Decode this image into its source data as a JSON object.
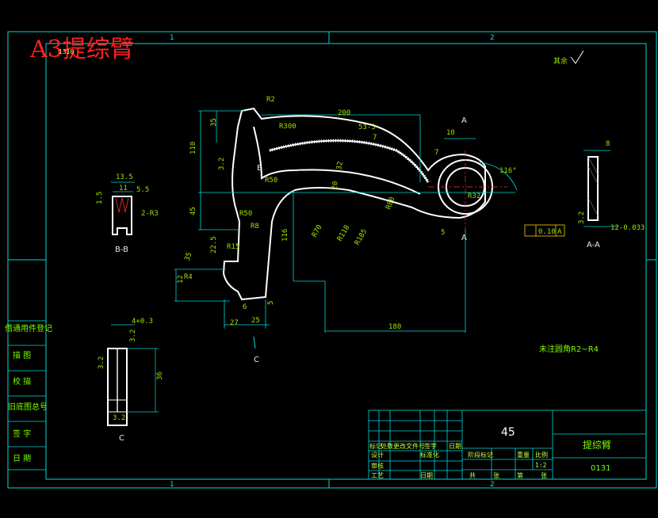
{
  "title_overlay": "A3提综臂",
  "corner_code": "1310",
  "roughness_other": "其余",
  "border_zones": {
    "top_1": "1",
    "top_2": "2",
    "bottom_1": "1",
    "bottom_2": "2"
  },
  "section_labels": {
    "section_a_top": "A",
    "section_a_bottom": "A",
    "section_aa": "A-A",
    "section_bb": "B-B",
    "section_b": "B",
    "view_c_top": "C",
    "view_c": "C"
  },
  "dimensions": {
    "r2": "R2",
    "r300": "R300",
    "d200": "200",
    "d35": "35",
    "d110": "110",
    "d45": "45",
    "s53": "53-3",
    "d7a": "7",
    "d10": "10",
    "d7b": "7",
    "d116deg": "116°",
    "d32": "32",
    "d20": "20",
    "r50a": "R50",
    "r50b": "R50",
    "r8": "R8",
    "r70": "R70",
    "r118": "R118",
    "r185": "R185",
    "r80": "R80",
    "r32": "R32",
    "d5": "5",
    "d116": "116",
    "d180": "180",
    "r15": "R15",
    "r4": "R4",
    "d225": "22.5",
    "d12": "12",
    "d35b": "35",
    "d27": "27",
    "d25": "25",
    "d6": "6",
    "d5b": "5",
    "d8": "8",
    "d12_033": "12-0.033",
    "d135": "13.5",
    "d11": "11",
    "d55": "5.5",
    "d15": "1.5",
    "r2r3": "2-R3",
    "d43": "4+0.3",
    "d36": "36",
    "rough32a": "3.2",
    "rough32b": "3.2",
    "rough32c": "3.2",
    "rough32d": "3.2",
    "rough32e": "3.2"
  },
  "tolerance": {
    "value": "0.10",
    "datum": "A"
  },
  "note": "未注圆角R2~R4",
  "left_strip": [
    "借通用件登记",
    "描 图",
    "校 描",
    "旧底图总号",
    "签 字",
    "日 期"
  ],
  "title_block": {
    "material": "45",
    "part_name": "提综臂",
    "drawing_no": "0131",
    "stage_label": "阶段标记",
    "weight_label": "重量",
    "scale_label": "比例",
    "scale_value": "1:2",
    "sheet_label_1": "共",
    "sheet_label_2": "张",
    "sheet_label_3": "第",
    "sheet_label_4": "张",
    "row_labels": [
      "标记",
      "处数",
      "更改文件号",
      "签字",
      "日期"
    ],
    "design_label": "设计",
    "std_label": "标准化",
    "review_label": "审核",
    "process_label": "工艺",
    "date_label": "日期"
  },
  "colors": {
    "border": "#00d8d8",
    "outline": "#ffffff",
    "dimension": "#00d8d8",
    "text": "#9fe000",
    "title": "#ff2020",
    "centerline": "#ff3030"
  }
}
